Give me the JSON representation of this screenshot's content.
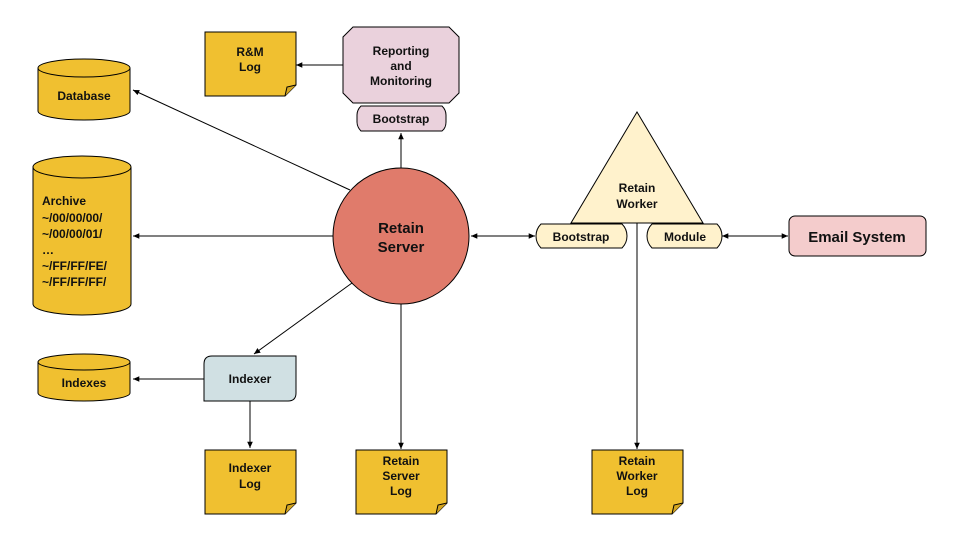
{
  "nodes": {
    "rm_log": [
      "R&M",
      "Log"
    ],
    "reporting": [
      "Reporting",
      "and",
      "Monitoring"
    ],
    "reporting_bootstrap": "Bootstrap",
    "database": "Database",
    "archive": {
      "title": "Archive",
      "entries": [
        "~/00/00/00/",
        "~/00/00/01/",
        "…",
        "~/FF/FF/FE/",
        "~/FF/FF/FF/"
      ]
    },
    "server": [
      "Retain",
      "Server"
    ],
    "indexer": "Indexer",
    "indexes": "Indexes",
    "indexer_log": [
      "Indexer",
      "Log"
    ],
    "server_log": [
      "Retain",
      "Server",
      "Log"
    ],
    "worker": [
      "Retain",
      "Worker"
    ],
    "worker_bootstrap": "Bootstrap",
    "worker_module": "Module",
    "email": "Email System",
    "worker_log": [
      "Retain",
      "Worker",
      "Log"
    ]
  },
  "colors": {
    "log_fill": "#f0c030",
    "database_fill": "#f0c030",
    "reporting_fill": "#ead1dc",
    "server_fill": "#e07b6b",
    "indexer_fill": "#d0e0e3",
    "worker_fill": "#fff2cc",
    "email_fill": "#f4cccc",
    "edge": "#000000"
  },
  "edges": [
    {
      "from": "reporting",
      "to": "rm_log"
    },
    {
      "from": "server",
      "to": "reporting_bootstrap"
    },
    {
      "from": "server",
      "to": "database"
    },
    {
      "from": "server",
      "to": "archive"
    },
    {
      "from": "server",
      "to": "indexer"
    },
    {
      "from": "server",
      "to": "server_log"
    },
    {
      "from": "server",
      "to": "worker_bootstrap",
      "bidirectional": true
    },
    {
      "from": "indexer",
      "to": "indexes"
    },
    {
      "from": "indexer",
      "to": "indexer_log"
    },
    {
      "from": "worker",
      "to": "worker_log"
    },
    {
      "from": "worker_module",
      "to": "email",
      "bidirectional": true
    }
  ]
}
